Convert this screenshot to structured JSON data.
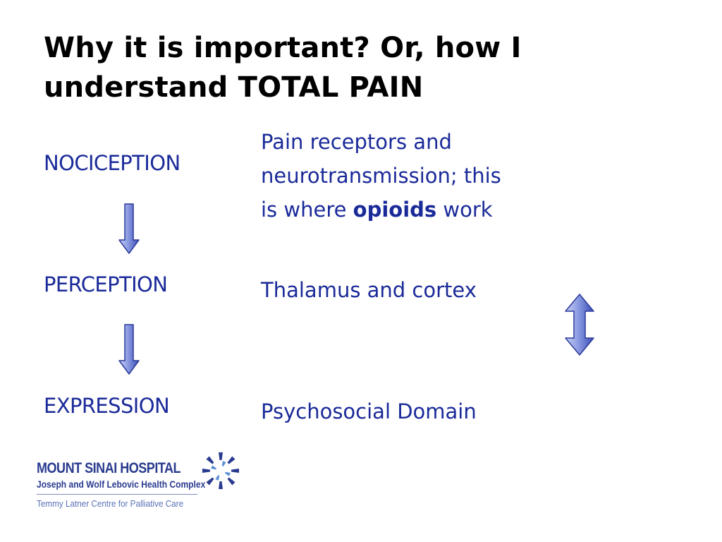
{
  "slide": {
    "title": "Why it is important?  Or, how I understand TOTAL PAIN",
    "levels": [
      {
        "label": "NOCICEPTION"
      },
      {
        "label": "PERCEPTION"
      },
      {
        "label": "EXPRESSION"
      }
    ],
    "descriptions": {
      "nociception_line1": "Pain receptors and",
      "nociception_line2": "neurotransmission; this",
      "nociception_line3_prefix": "is where ",
      "nociception_line3_bold": "opioids",
      "nociception_line3_suffix": " work",
      "perception": "Thalamus and cortex",
      "expression": "Psychosocial Domain"
    }
  },
  "logo": {
    "name": "MOUNT SINAI HOSPITAL",
    "subtitle": "Joseph and Wolf Lebovic Health Complex",
    "centre": "Temmy Latner Centre for Palliative Care"
  },
  "colors": {
    "text_blue": "#1a2a99",
    "arrow_fill": "#5a6fd0",
    "logo_blue": "#2a3b8f"
  },
  "icons": [
    "down-arrow-icon",
    "double-arrow-icon",
    "star-logo-icon"
  ]
}
